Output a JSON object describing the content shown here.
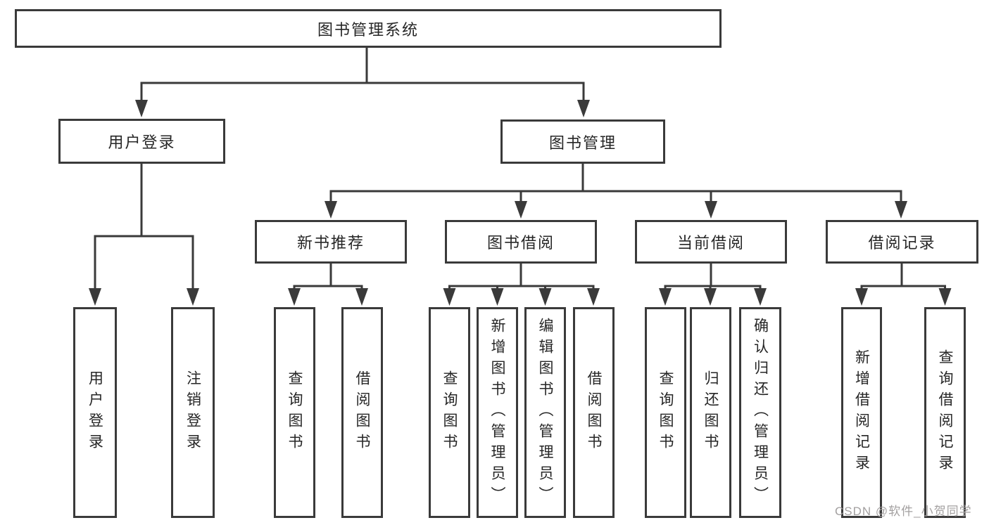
{
  "diagram_title": "图书管理系统",
  "watermark": {
    "text": "CSDN @软件_小贺同学"
  },
  "colors": {
    "line": "#3a3a3a",
    "box_border": "#3a3a3a",
    "text": "#262626",
    "watermark": "#a3a0a0",
    "background": "#ffffff"
  },
  "tree": {
    "root": {
      "label": "图书管理系统",
      "children": [
        {
          "label": "用户登录",
          "children": [
            {
              "label": "用户登录"
            },
            {
              "label": "注销登录"
            }
          ]
        },
        {
          "label": "图书管理",
          "children": [
            {
              "label": "新书推荐",
              "children": [
                {
                  "label": "查询图书"
                },
                {
                  "label": "借阅图书"
                }
              ]
            },
            {
              "label": "图书借阅",
              "children": [
                {
                  "label": "查询图书"
                },
                {
                  "label": "新增图书（管理员）"
                },
                {
                  "label": "编辑图书（管理员）"
                },
                {
                  "label": "借阅图书"
                }
              ]
            },
            {
              "label": "当前借阅",
              "children": [
                {
                  "label": "查询图书"
                },
                {
                  "label": "归还图书"
                },
                {
                  "label": "确认归还（管理员）"
                }
              ]
            },
            {
              "label": "借阅记录",
              "children": [
                {
                  "label": "新增借阅记录"
                },
                {
                  "label": "查询借阅记录"
                }
              ]
            }
          ]
        }
      ]
    }
  }
}
